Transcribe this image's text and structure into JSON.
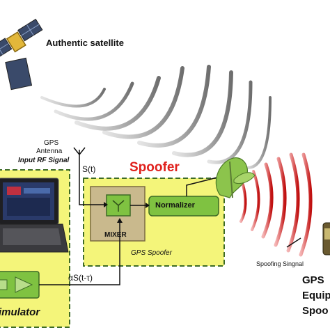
{
  "labels": {
    "authentic_satellite": "Authentic satellite",
    "gps_antenna_line1": "GPS",
    "gps_antenna_line2": "Antenna",
    "input_rf_signal": "Input RF Signal",
    "s_t": "S(t)",
    "spoofer_title": "Spoofer",
    "mixer": "MIXER",
    "normalizer": "Normalizer",
    "gps_spoofer": "GPS Spoofer",
    "alpha_signal": "αS(t-τ)",
    "simulator": "imulator",
    "spoofing_signal": "Spoofing Singnal",
    "gps_equipment_line1": "GPS",
    "gps_equipment_line2": "Equip",
    "gps_equipment_line3": "Spoo"
  },
  "colors": {
    "spoofer_red": "#e0201c",
    "panel_yellow": "#f4f57a",
    "panel_border": "#3d6b26",
    "block_green": "#7fc241",
    "mixer_tan": "#c9b98d",
    "wave_gray": "#8a8a8a",
    "wave_red": "#d42020"
  },
  "icons": [
    "satellite-icon",
    "antenna-icon",
    "laptop-icon",
    "tree-icon",
    "gps-device-icon",
    "amplifier-icon"
  ]
}
